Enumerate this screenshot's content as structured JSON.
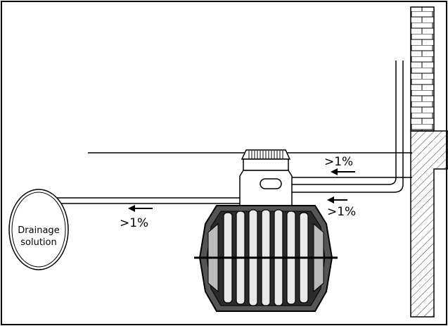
{
  "diagram": {
    "slopes": [
      {
        "id": "slope-inlet-upper",
        "label": ">1%",
        "direction": "left"
      },
      {
        "id": "slope-inlet-lower",
        "label": ">1%",
        "direction": "left"
      },
      {
        "id": "slope-outlet",
        "label": ">1%",
        "direction": "left"
      }
    ],
    "drainage": {
      "line1": "Drainage",
      "line2": "solution"
    }
  }
}
